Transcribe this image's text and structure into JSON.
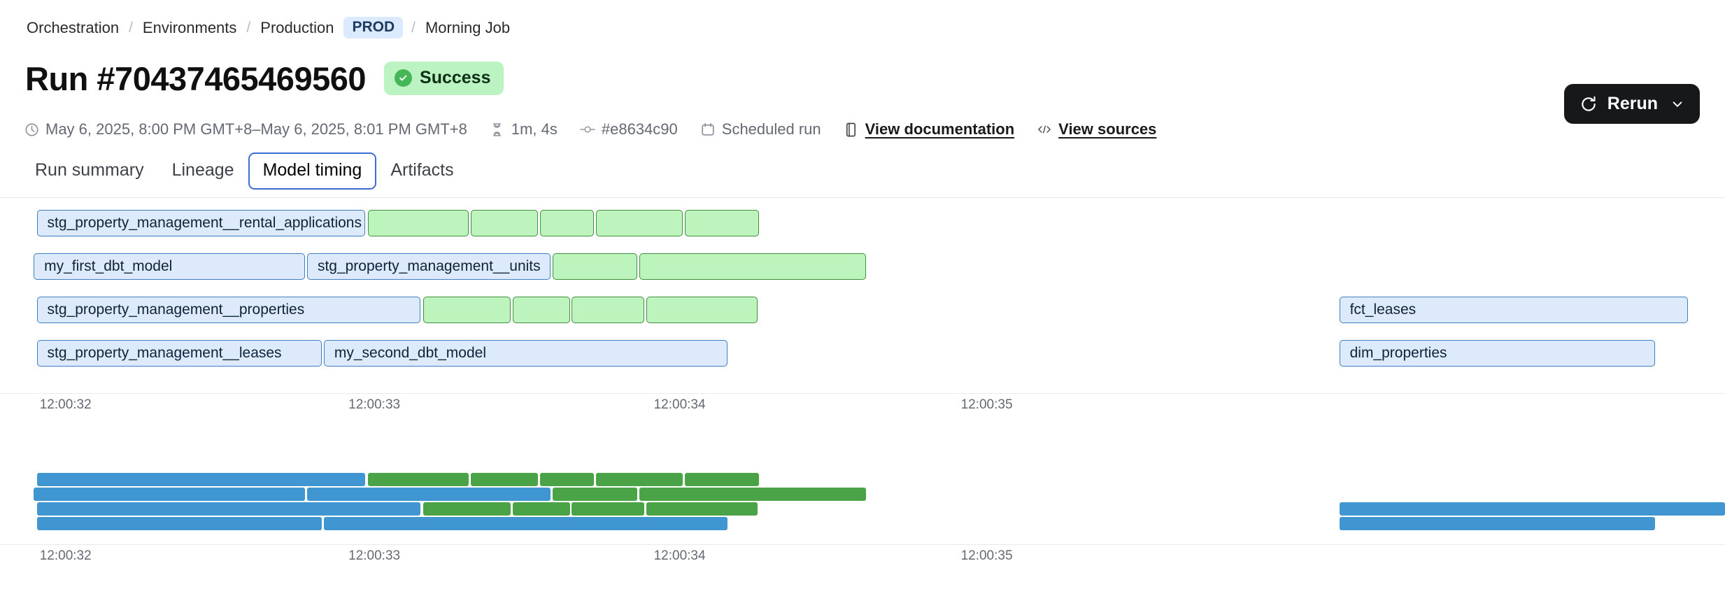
{
  "breadcrumb": {
    "items": [
      "Orchestration",
      "Environments",
      "Production"
    ],
    "badge": "PROD",
    "last": "Morning Job",
    "separator": "/"
  },
  "header": {
    "title": "Run #70437465469560",
    "status": "Success",
    "status_bg": "#bbf3c2",
    "status_icon": "check-circle-icon"
  },
  "meta": {
    "timerange": "May 6, 2025, 8:00 PM GMT+8–May 6, 2025, 8:01 PM GMT+8",
    "duration": "1m, 4s",
    "commit": "#e8634c90",
    "trigger": "Scheduled run",
    "documentation_link": "View documentation",
    "sources_link": "View sources"
  },
  "actions": {
    "rerun_label": "Rerun",
    "rerun_icon": "refresh-icon",
    "rerun_chevron": "chevron-down-icon",
    "rerun_bg": "#17181a"
  },
  "tabs": [
    {
      "label": "Run summary",
      "active": false
    },
    {
      "label": "Lineage",
      "active": false
    },
    {
      "label": "Model timing",
      "active": true
    },
    {
      "label": "Artifacts",
      "active": false
    }
  ],
  "chart_data": {
    "type": "bar",
    "title": "",
    "xlabel": "",
    "ylabel": "",
    "orientation": "horizontal-gantt",
    "grid": false,
    "legend": null,
    "axis_ticks": [
      "12:00:32",
      "12:00:33",
      "12:00:34",
      "12:00:35"
    ],
    "axis_tick_positions_pct": [
      3.8,
      21.7,
      39.4,
      57.2
    ],
    "colors": {
      "model_fill": "#ddeafc",
      "model_stroke": "#3d7fc1",
      "test_fill": "#bdf3bd",
      "test_stroke": "#3f8f3f",
      "mini_model": "#3f96d1",
      "mini_test": "#4aa347"
    },
    "rows": [
      {
        "index": 0,
        "bars": [
          {
            "label": "stg_property_management__rental_applications",
            "kind": "model",
            "start_pct": 2.13,
            "width_pct": 19.05
          },
          {
            "label": "",
            "kind": "test",
            "start_pct": 21.33,
            "width_pct": 5.84
          },
          {
            "label": "",
            "kind": "test",
            "start_pct": 27.29,
            "width_pct": 3.89
          },
          {
            "label": "",
            "kind": "test",
            "start_pct": 31.3,
            "width_pct": 3.12
          },
          {
            "label": "",
            "kind": "test",
            "start_pct": 34.55,
            "width_pct": 5.03
          },
          {
            "label": "",
            "kind": "test",
            "start_pct": 39.7,
            "width_pct": 4.3
          }
        ]
      },
      {
        "index": 1,
        "bars": [
          {
            "label": "my_first_dbt_model",
            "kind": "model",
            "start_pct": 1.95,
            "width_pct": 15.72
          },
          {
            "label": "stg_property_management__units",
            "kind": "model",
            "start_pct": 17.8,
            "width_pct": 14.1
          },
          {
            "label": "",
            "kind": "test",
            "start_pct": 32.04,
            "width_pct": 4.91
          },
          {
            "label": "",
            "kind": "test",
            "start_pct": 37.06,
            "width_pct": 13.14
          }
        ]
      },
      {
        "index": 2,
        "bars": [
          {
            "label": "stg_property_management__properties",
            "kind": "model",
            "start_pct": 2.13,
            "width_pct": 22.26
          },
          {
            "label": "",
            "kind": "test",
            "start_pct": 24.52,
            "width_pct": 5.09
          },
          {
            "label": "",
            "kind": "test",
            "start_pct": 29.73,
            "width_pct": 3.3
          },
          {
            "label": "",
            "kind": "test",
            "start_pct": 33.15,
            "width_pct": 4.18
          },
          {
            "label": "",
            "kind": "test",
            "start_pct": 37.45,
            "width_pct": 6.45
          },
          {
            "label": "fct_leases",
            "kind": "model",
            "start_pct": 77.64,
            "width_pct": 20.23
          }
        ]
      },
      {
        "index": 3,
        "bars": [
          {
            "label": "stg_property_management__leases",
            "kind": "model",
            "start_pct": 2.13,
            "width_pct": 16.52
          },
          {
            "label": "my_second_dbt_model",
            "kind": "model",
            "start_pct": 18.77,
            "width_pct": 23.41
          },
          {
            "label": "dim_properties",
            "kind": "model",
            "start_pct": 77.64,
            "width_pct": 18.29
          }
        ]
      }
    ],
    "minimap_rows": [
      {
        "index": 0,
        "bars": [
          {
            "kind": "model",
            "start_pct": 2.13,
            "width_pct": 19.05
          },
          {
            "kind": "test",
            "start_pct": 21.33,
            "width_pct": 5.84
          },
          {
            "kind": "test",
            "start_pct": 27.29,
            "width_pct": 3.89
          },
          {
            "kind": "test",
            "start_pct": 31.3,
            "width_pct": 3.12
          },
          {
            "kind": "test",
            "start_pct": 34.55,
            "width_pct": 5.03
          },
          {
            "kind": "test",
            "start_pct": 39.7,
            "width_pct": 4.3
          }
        ]
      },
      {
        "index": 1,
        "bars": [
          {
            "kind": "model",
            "start_pct": 1.95,
            "width_pct": 15.72
          },
          {
            "kind": "model",
            "start_pct": 17.8,
            "width_pct": 14.1
          },
          {
            "kind": "test",
            "start_pct": 32.04,
            "width_pct": 4.91
          },
          {
            "kind": "test",
            "start_pct": 37.06,
            "width_pct": 13.14
          }
        ]
      },
      {
        "index": 2,
        "bars": [
          {
            "kind": "model",
            "start_pct": 2.13,
            "width_pct": 22.26
          },
          {
            "kind": "test",
            "start_pct": 24.52,
            "width_pct": 5.09
          },
          {
            "kind": "test",
            "start_pct": 29.73,
            "width_pct": 3.3
          },
          {
            "kind": "test",
            "start_pct": 33.15,
            "width_pct": 4.18
          },
          {
            "kind": "test",
            "start_pct": 37.45,
            "width_pct": 6.45
          },
          {
            "kind": "model",
            "start_pct": 77.64,
            "width_pct": 22.36
          }
        ]
      },
      {
        "index": 3,
        "bars": [
          {
            "kind": "model",
            "start_pct": 2.13,
            "width_pct": 16.52
          },
          {
            "kind": "model",
            "start_pct": 18.77,
            "width_pct": 23.41
          },
          {
            "kind": "model",
            "start_pct": 77.64,
            "width_pct": 18.29
          }
        ]
      }
    ]
  }
}
